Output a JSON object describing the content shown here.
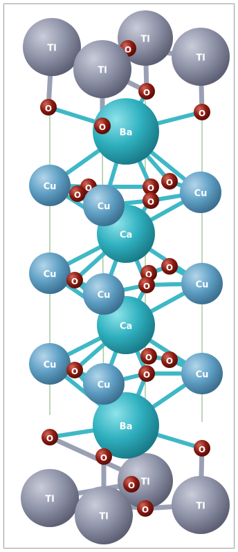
{
  "structure": {
    "elements": {
      "Tl": {
        "label": "Tl",
        "color": "#8f93a8",
        "highlight": "#c9ccd9",
        "shade": "#5d6074"
      },
      "Ba": {
        "label": "Ba",
        "color": "#2fb0bf",
        "highlight": "#8ee3ea",
        "shade": "#1a7b88"
      },
      "Ca": {
        "label": "Ca",
        "color": "#2fb0bf",
        "highlight": "#8ee3ea",
        "shade": "#1a7b88"
      },
      "Cu": {
        "label": "Cu",
        "color": "#5f9fc4",
        "highlight": "#b3d6ea",
        "shade": "#3b6f90"
      },
      "O": {
        "label": "O",
        "color": "#8c1c12",
        "highlight": "#d4675a",
        "shade": "#5a0c07"
      }
    },
    "bond_colors": {
      "Tl-O": "#9aa0b4",
      "Cu-O": "#3fb8c6",
      "Ba-O": "#3fb8c6",
      "Ca-O": "#3fb8c6",
      "cell": "#a8c8a0"
    }
  }
}
